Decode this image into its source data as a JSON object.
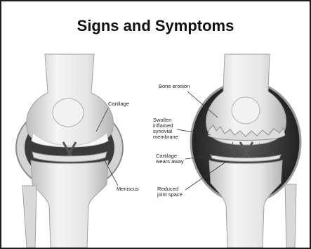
{
  "slide": {
    "title": "Signs and Symptoms"
  },
  "healthy_knee": {
    "labels": {
      "cartilage": "Cartilage",
      "meniscus": "Meniscus"
    }
  },
  "arthritic_knee": {
    "labels": {
      "bone_erosion": "Bone erosion",
      "swollen_membrane": "Swollen\ninflamed\nsynovial\nmembrane",
      "cartilage_wears_away": "Cartilage\nwears away",
      "reduced_joint_space": "Reduced\njoint space"
    }
  },
  "colors": {
    "bone": "#e9e9e9",
    "bone_shadow": "#bdbdbd",
    "capsule_dark": "#3c3c3c",
    "border": "#1f1f1f"
  }
}
